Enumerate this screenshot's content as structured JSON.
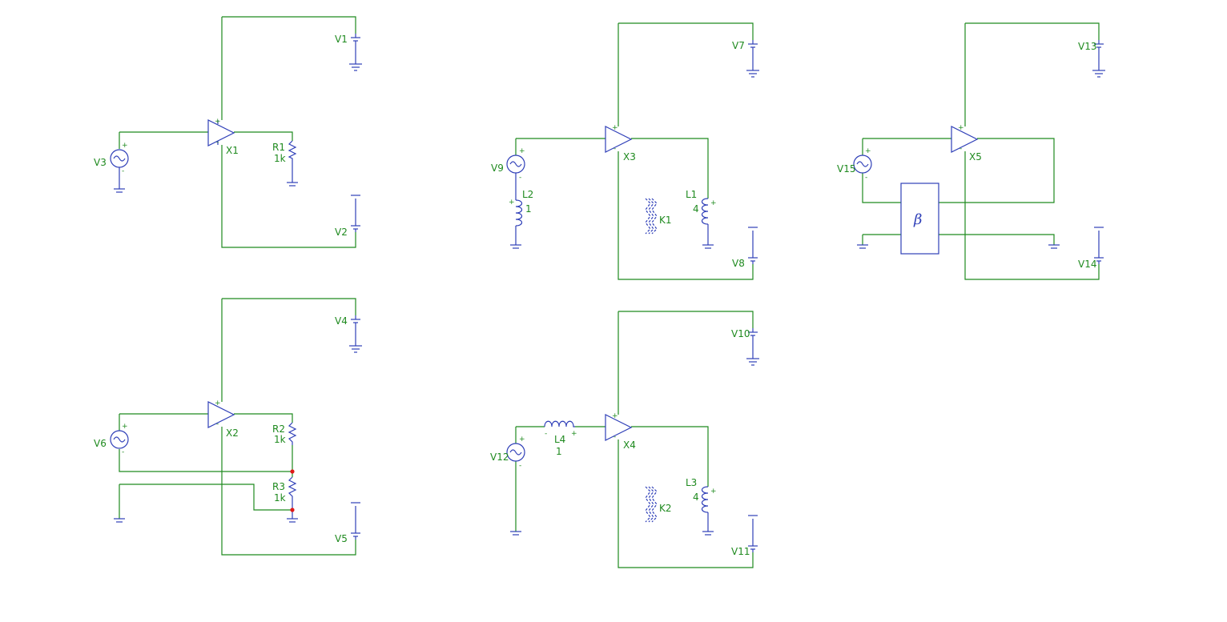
{
  "colors": {
    "wire": "#1f8a1f",
    "part": "#2f3fb8",
    "text": "#1f8a1f",
    "junction": "#e01818"
  },
  "labels": {
    "V1": "V1",
    "V2": "V2",
    "V3": "V3",
    "X1": "X1",
    "R1": "R1",
    "R1v": "1k",
    "V4": "V4",
    "V5": "V5",
    "V6": "V6",
    "X2": "X2",
    "R2": "R2",
    "R2v": "1k",
    "R3": "R3",
    "R3v": "1k",
    "V7": "V7",
    "V8": "V8",
    "V9": "V9",
    "X3": "X3",
    "L1": "L1",
    "L1v": "4",
    "L2": "L2",
    "L2v": "1",
    "K1": "K1",
    "V10": "V10",
    "V11": "V11",
    "V12": "V12",
    "X4": "X4",
    "L3": "L3",
    "L3v": "4",
    "L4": "L4",
    "L4v": "1",
    "K2": "K2",
    "V13": "V13",
    "V14": "V14",
    "V15": "V15",
    "X5": "X5",
    "beta": "β"
  },
  "signs": {
    "plus": "+",
    "minus": "-"
  }
}
